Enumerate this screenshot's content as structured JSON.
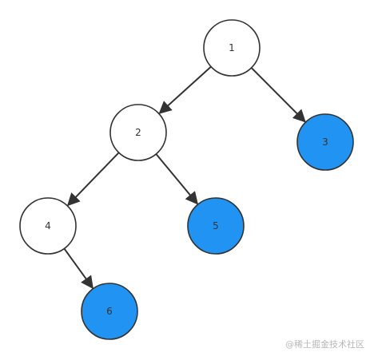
{
  "diagram": {
    "type": "binary-tree",
    "nodes": [
      {
        "id": "1",
        "label": "1",
        "highlighted": false
      },
      {
        "id": "2",
        "label": "2",
        "highlighted": false
      },
      {
        "id": "3",
        "label": "3",
        "highlighted": true
      },
      {
        "id": "4",
        "label": "4",
        "highlighted": false
      },
      {
        "id": "5",
        "label": "5",
        "highlighted": true
      },
      {
        "id": "6",
        "label": "6",
        "highlighted": true
      }
    ],
    "edges": [
      {
        "from": "1",
        "to": "2"
      },
      {
        "from": "1",
        "to": "3"
      },
      {
        "from": "2",
        "to": "4"
      },
      {
        "from": "2",
        "to": "5"
      },
      {
        "from": "4",
        "to": "6"
      }
    ]
  },
  "colors": {
    "node_fill": "#ffffff",
    "highlight_fill": "#2194f3",
    "stroke": "#333333",
    "edge": "#333333"
  },
  "watermark": "@稀土掘金技术社区"
}
